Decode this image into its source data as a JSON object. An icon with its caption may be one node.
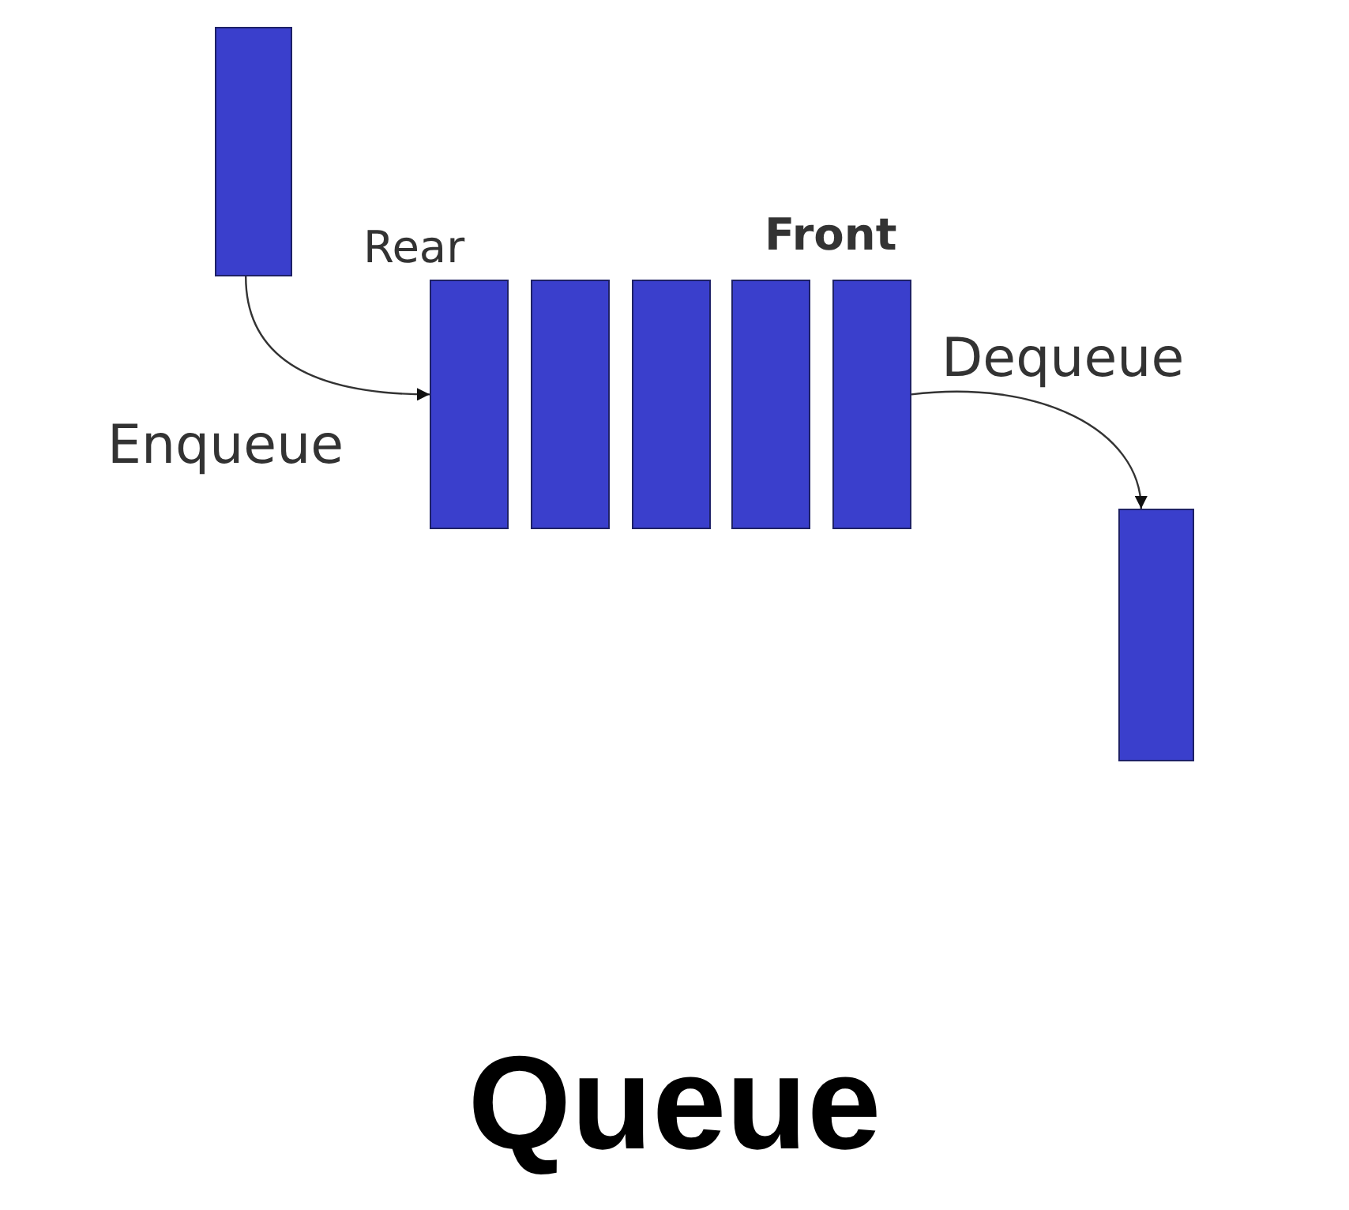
{
  "diagram": {
    "caption": "Queue",
    "nodes": [
      {
        "text": [],
        "shape": "bar"
      },
      {
        "text": [],
        "shape": "bar",
        "beside": [
          "Rear"
        ]
      },
      {
        "text": [],
        "shape": "bar"
      },
      {
        "text": [],
        "shape": "bar"
      },
      {
        "text": [],
        "shape": "bar"
      },
      {
        "text": [],
        "shape": "bar",
        "beside": [
          "Front"
        ]
      },
      {
        "text": [],
        "shape": "bar"
      }
    ],
    "edges": [
      {
        "from": 0,
        "to": 1,
        "arrow": "to",
        "label": "Enqueue"
      },
      {
        "from": 5,
        "to": 6,
        "arrow": "to",
        "label": "Dequeue"
      }
    ]
  }
}
